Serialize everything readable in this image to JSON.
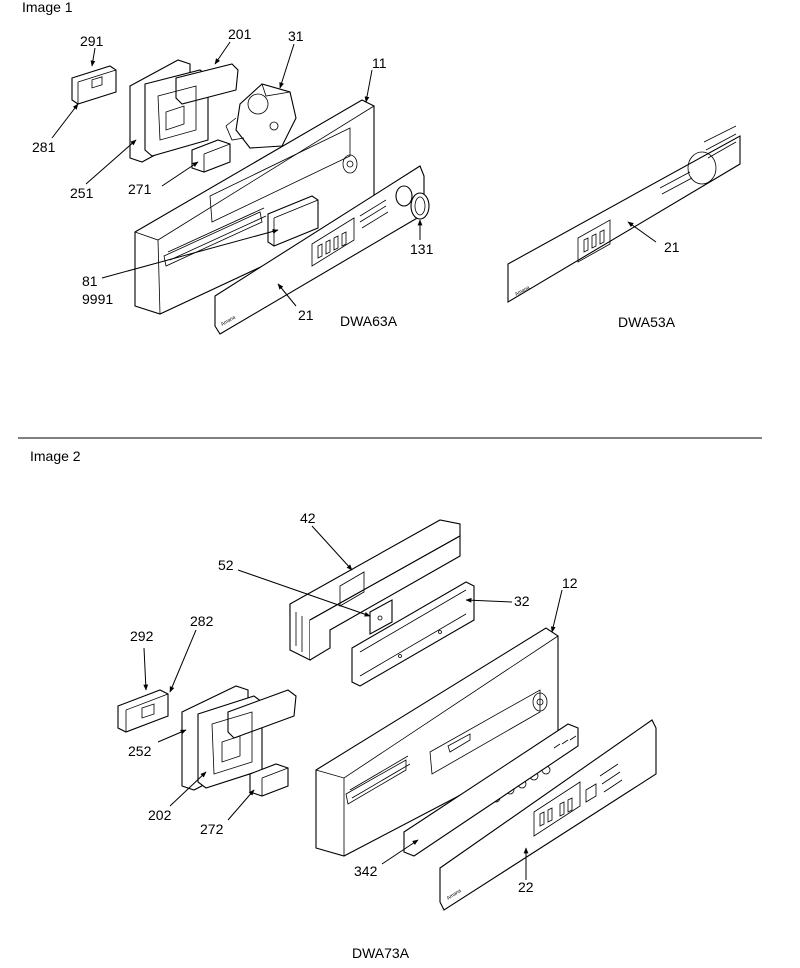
{
  "sections": [
    {
      "title": "Image 1",
      "models": [
        "DWA63A",
        "DWA53A"
      ]
    },
    {
      "title": "Image 2",
      "models": [
        "DWA73A"
      ]
    }
  ],
  "callouts": {
    "c291": "291",
    "c201": "201",
    "c31": "31",
    "c11": "11",
    "c281": "281",
    "c251": "251",
    "c271": "271",
    "c131": "131",
    "c81": "81",
    "c9991": "9991",
    "c21a": "21",
    "c21b": "21",
    "c42": "42",
    "c52": "52",
    "c32": "32",
    "c12": "12",
    "c292": "292",
    "c282": "282",
    "c252": "252",
    "c202": "202",
    "c272": "272",
    "c342": "342",
    "c22": "22"
  },
  "panel_text": {
    "brand": "Amana"
  }
}
